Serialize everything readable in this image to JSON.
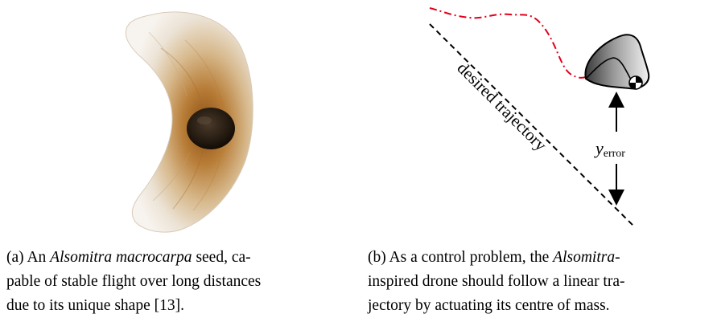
{
  "panel_a": {
    "caption": {
      "tag": "(a) An",
      "species": "Alsomitra macrocarpa",
      "line1_rest": "seed, ca-",
      "line2": "pable of stable flight over long distances",
      "line3": "due to its unique shape [13]."
    }
  },
  "panel_b": {
    "trajectory_label": "desired trajectory",
    "error_label_main": "y",
    "error_label_sub": "error",
    "colors": {
      "actual_path": "#e0001a",
      "desired_path": "#000000"
    },
    "caption": {
      "tag": "(b) As a control problem, the",
      "species": "Alsomitra",
      "line1_rest": "-",
      "line2": "inspired drone should follow a linear tra-",
      "line3": "jectory by actuating its centre of mass."
    }
  }
}
